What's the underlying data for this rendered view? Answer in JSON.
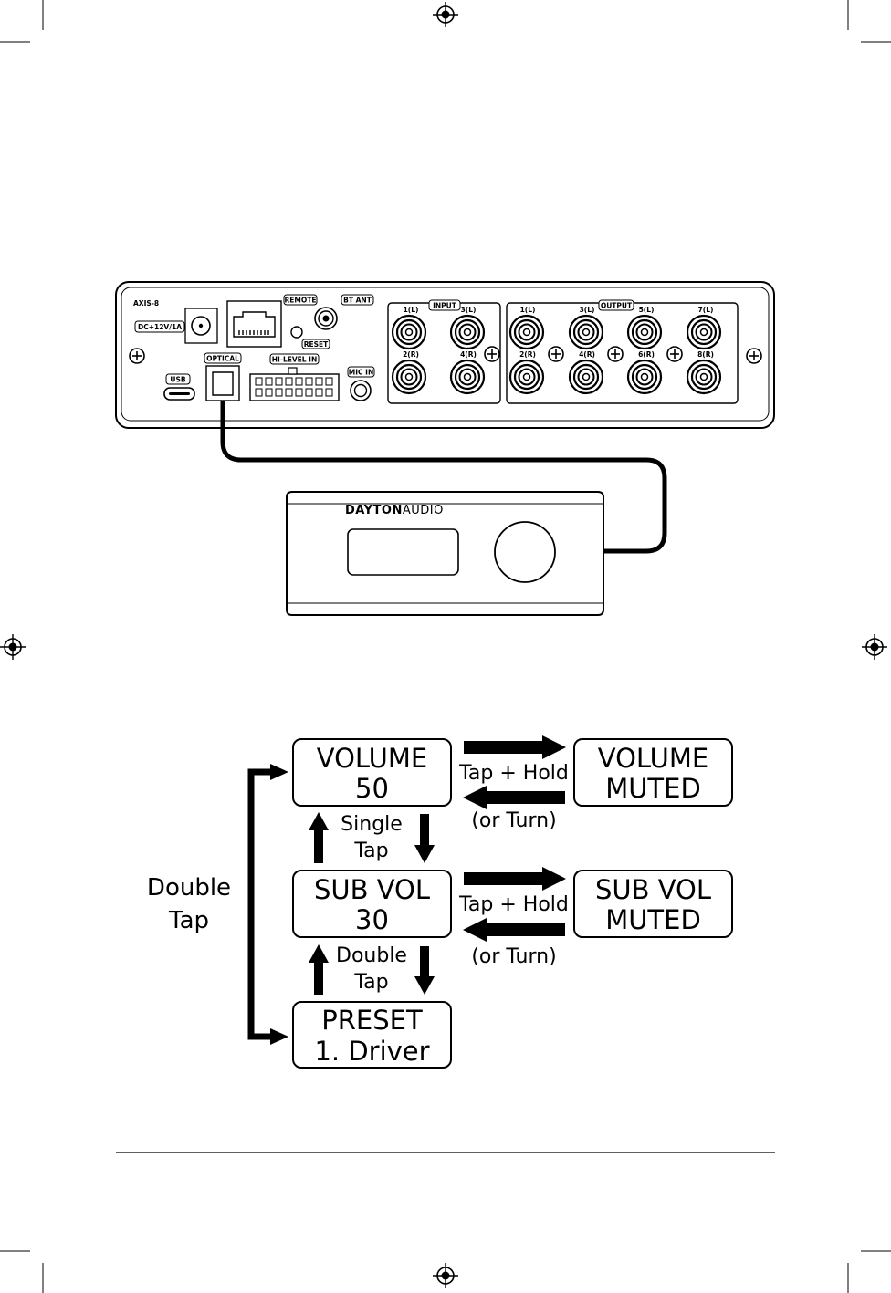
{
  "device": {
    "model": "AXIS-8",
    "power_label": "DC+12V/1A",
    "usb_label": "USB",
    "optical_label": "OPTICAL",
    "remote_label": "REMOTE",
    "reset_label": "RESET",
    "bt_ant_label": "BT ANT",
    "hi_level_label": "HI-LEVEL IN",
    "mic_in_label": "MIC IN",
    "input_label": "INPUT",
    "output_label": "OUTPUT",
    "input_ports": [
      "1(L)",
      "3(L)",
      "2(R)",
      "4(R)"
    ],
    "output_ports": [
      "1(L)",
      "3(L)",
      "5(L)",
      "7(L)",
      "2(R)",
      "4(R)",
      "6(R)",
      "8(R)"
    ]
  },
  "remote": {
    "brand_bold": "DAYTON",
    "brand_light": "AUDIO"
  },
  "flow": {
    "volume": [
      "VOLUME",
      "50"
    ],
    "volume_muted": [
      "VOLUME",
      "MUTED"
    ],
    "sub_vol": [
      "SUB VOL",
      "30"
    ],
    "sub_vol_muted": [
      "SUB VOL",
      "MUTED"
    ],
    "preset": [
      "PRESET",
      "1. Driver"
    ],
    "tap_hold_1": "Tap + Hold",
    "or_turn_1": "(or Turn)",
    "tap_hold_2": "Tap + Hold",
    "or_turn_2": "(or Turn)",
    "single_tap": [
      "Single",
      "Tap"
    ],
    "double_tap_mid": [
      "Double",
      "Tap"
    ],
    "double_tap_side": [
      "Double",
      "Tap"
    ]
  }
}
